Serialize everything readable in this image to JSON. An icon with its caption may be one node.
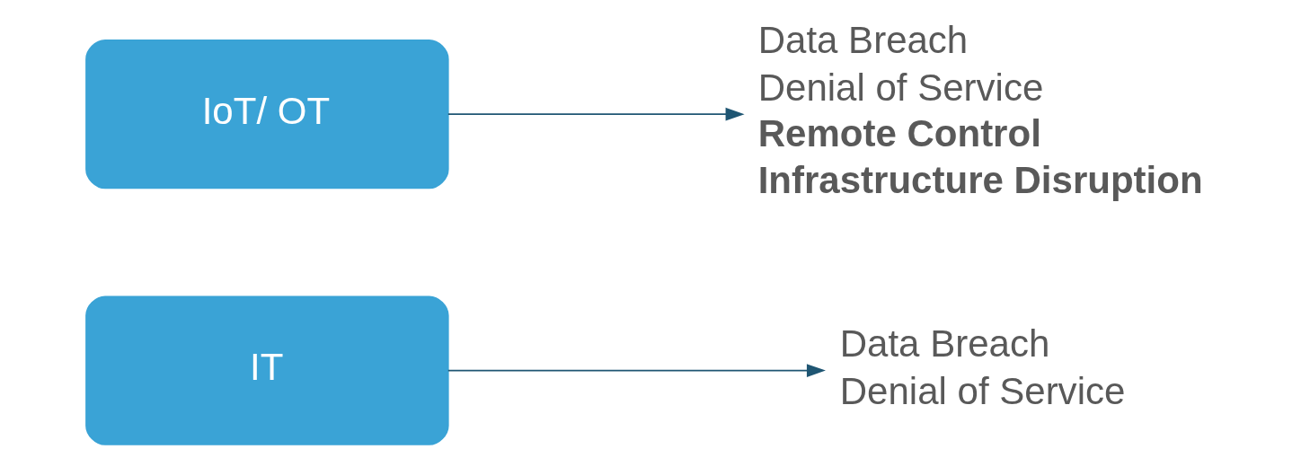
{
  "diagram": {
    "nodes": [
      {
        "text": [
          "IT"
        ]
      },
      {
        "text": [
          "Data Breach",
          "Denial of Service"
        ]
      },
      {
        "text": [
          "IoT/ OT"
        ]
      },
      {
        "text": [
          "Data Breach",
          "Denial of Service",
          "Remote Control",
          "Infrastructure Disruption"
        ]
      }
    ],
    "edges": [
      {
        "from": 0,
        "to": 1,
        "arrow": "to"
      },
      {
        "from": 2,
        "to": 3,
        "arrow": "to"
      }
    ]
  }
}
